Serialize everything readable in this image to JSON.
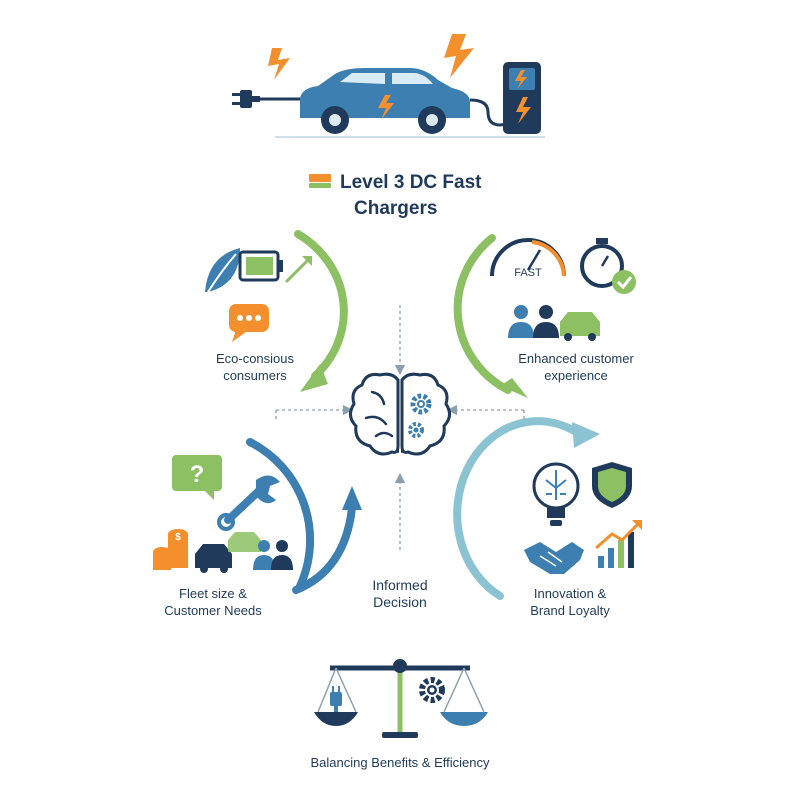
{
  "title": {
    "line1": "Level 3 DC Fast",
    "line2": "Chargers"
  },
  "quadrants": {
    "eco": {
      "line1": "Eco-consious",
      "line2": "consumers"
    },
    "customer": {
      "line1": "Enhanced customer",
      "line2": "experience"
    },
    "fleet": {
      "line1": "Fleet size &",
      "line2": "Customer Needs"
    },
    "innovation": {
      "line1": "Innovation &",
      "line2": "Brand Loyalty"
    }
  },
  "center": {
    "line1": "Informed",
    "line2": "Decision"
  },
  "gauge_text": "FAST",
  "question_mark": "?",
  "dollar_sign": "$",
  "footer": "Balancing Benefits & Efficiency",
  "colors": {
    "navy": "#1f3a5a",
    "blue": "#3c7fb0",
    "lightblue": "#8cc3d3",
    "green": "#8cc063",
    "orange": "#f3902d",
    "gray": "#8aa0b0"
  },
  "icons": [
    "lightning-icon",
    "ev-car-icon",
    "plug-icon",
    "charging-station-icon",
    "leaf-icon",
    "battery-icon",
    "chat-bubble-icon",
    "speedometer-icon",
    "stopwatch-icon",
    "checkmark-icon",
    "people-icon",
    "brain-icon",
    "gear-icon",
    "question-icon",
    "wrench-icon",
    "coins-icon",
    "lightbulb-icon",
    "shield-icon",
    "handshake-icon",
    "growth-chart-icon",
    "balance-scale-icon"
  ]
}
